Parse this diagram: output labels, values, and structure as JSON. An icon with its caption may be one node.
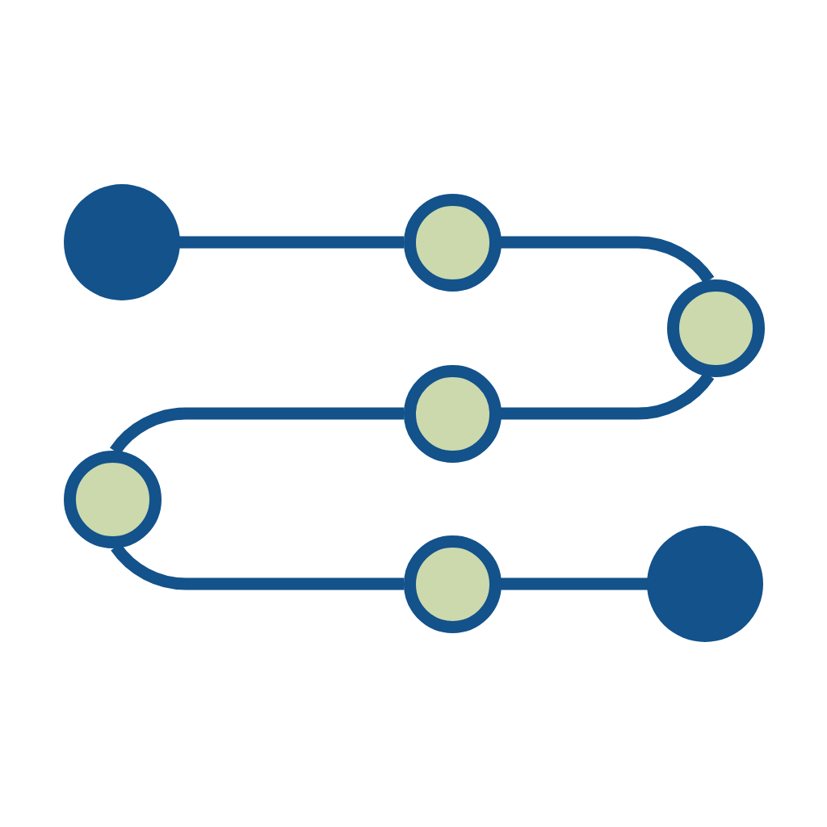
{
  "diagram": {
    "nodes": [
      {
        "text": [],
        "shape": "circle"
      },
      {
        "text": [],
        "shape": "circle"
      },
      {
        "text": [],
        "shape": "circle"
      },
      {
        "text": [],
        "shape": "circle"
      },
      {
        "text": [],
        "shape": "circle"
      },
      {
        "text": [],
        "shape": "circle"
      },
      {
        "text": [],
        "shape": "circle"
      }
    ],
    "edges": [
      {
        "from": 0,
        "to": 1,
        "arrow": "none"
      },
      {
        "from": 1,
        "to": 2,
        "arrow": "none"
      },
      {
        "from": 2,
        "to": 3,
        "arrow": "none"
      },
      {
        "from": 3,
        "to": 4,
        "arrow": "none"
      },
      {
        "from": 4,
        "to": 5,
        "arrow": "none"
      },
      {
        "from": 5,
        "to": 6,
        "arrow": "none"
      }
    ]
  }
}
